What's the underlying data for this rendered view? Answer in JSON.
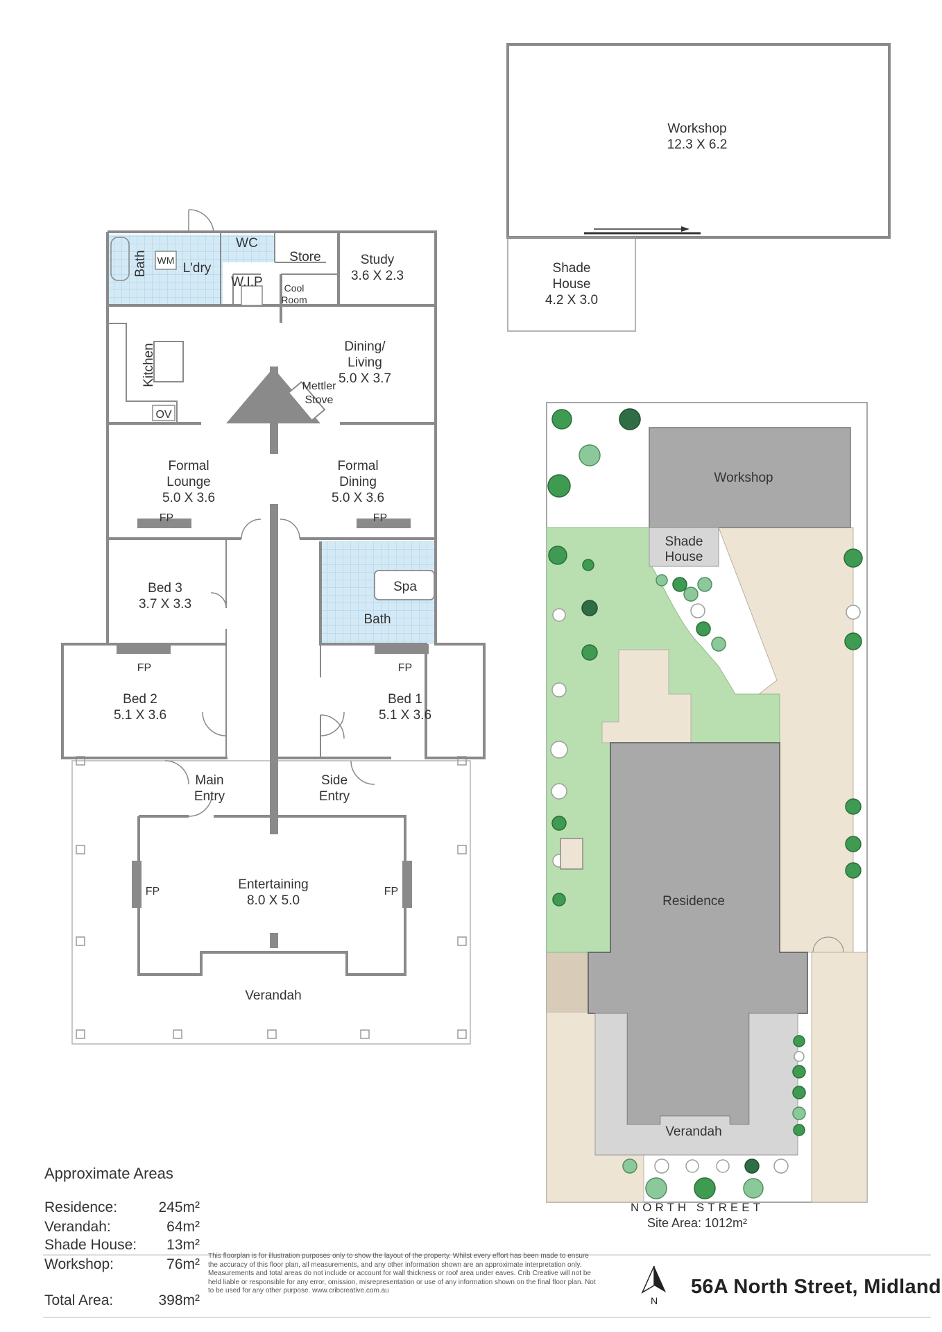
{
  "floorplan": {
    "rooms": {
      "workshop": {
        "name": "Workshop",
        "dims": "12.3 X 6.2"
      },
      "shade_house": {
        "name1": "Shade",
        "name2": "House",
        "dims": "4.2 X 3.0"
      },
      "bath_top": "Bath",
      "wm": "WM",
      "laundry": "L'dry",
      "wc": "WC",
      "wip": "W.I.P",
      "store": "Store",
      "cool_room1": "Cool",
      "cool_room2": "Room",
      "study": {
        "name": "Study",
        "dims": "3.6 X 2.3"
      },
      "kitchen": "Kitchen",
      "ov": "OV",
      "dining_living": {
        "name1": "Dining/",
        "name2": "Living",
        "dims": "5.0 X 3.7"
      },
      "mettler_stove": {
        "name1": "Mettler",
        "name2": "Stove"
      },
      "formal_lounge": {
        "name1": "Formal",
        "name2": "Lounge",
        "dims": "5.0 X 3.6"
      },
      "formal_dining": {
        "name1": "Formal",
        "name2": "Dining",
        "dims": "5.0 X 3.6"
      },
      "fp": "FP",
      "bed3": {
        "name": "Bed 3",
        "dims": "3.7 X 3.3"
      },
      "spa": "Spa",
      "bath": "Bath",
      "bed2": {
        "name": "Bed 2",
        "dims": "5.1 X 3.6"
      },
      "bed1": {
        "name": "Bed 1",
        "dims": "5.1 X 3.6"
      },
      "main_entry": {
        "name1": "Main",
        "name2": "Entry"
      },
      "side_entry": {
        "name1": "Side",
        "name2": "Entry"
      },
      "entertaining": {
        "name": "Entertaining",
        "dims": "8.0 X 5.0"
      },
      "verandah": "Verandah"
    }
  },
  "siteplan": {
    "workshop": "Workshop",
    "shade_house1": "Shade",
    "shade_house2": "House",
    "residence": "Residence",
    "verandah": "Verandah",
    "street": "NORTH STREET",
    "site_area": "Site Area: 1012m²"
  },
  "areas": {
    "title": "Approximate Areas",
    "rows": [
      {
        "name": "Residence:",
        "value": "245m²"
      },
      {
        "name": "Verandah:",
        "value": "64m²"
      },
      {
        "name": "Shade House:",
        "value": "13m²"
      },
      {
        "name": "Workshop:",
        "value": "76m²"
      }
    ],
    "total": {
      "name": "Total Area:",
      "value": "398m²"
    }
  },
  "disclaimer": "This floorplan is for illustration purposes only to show the layout of the property. Whilst every effort has been made to ensure the accuracy of this floor plan, all measurements, and any other information shown are an approximate interpretation only. Measurements and total areas do not include or account for wall thickness or roof area under eaves. Crib Creative will not be held liable or responsible for any error, omission, misrepresentation or use of any information shown on the final floor plan. Not to be used for any other purpose. www.cribcreative.com.au",
  "north_label": "N",
  "address": "56A North Street, Midland",
  "colors": {
    "wall": "#8a8a8a",
    "lawn": "#b9dfb1",
    "paving": "#ede4d4",
    "residence": "#a9a9a9",
    "verandah_site": "#d6d6d6",
    "wet_area": "#d3eaf6"
  }
}
